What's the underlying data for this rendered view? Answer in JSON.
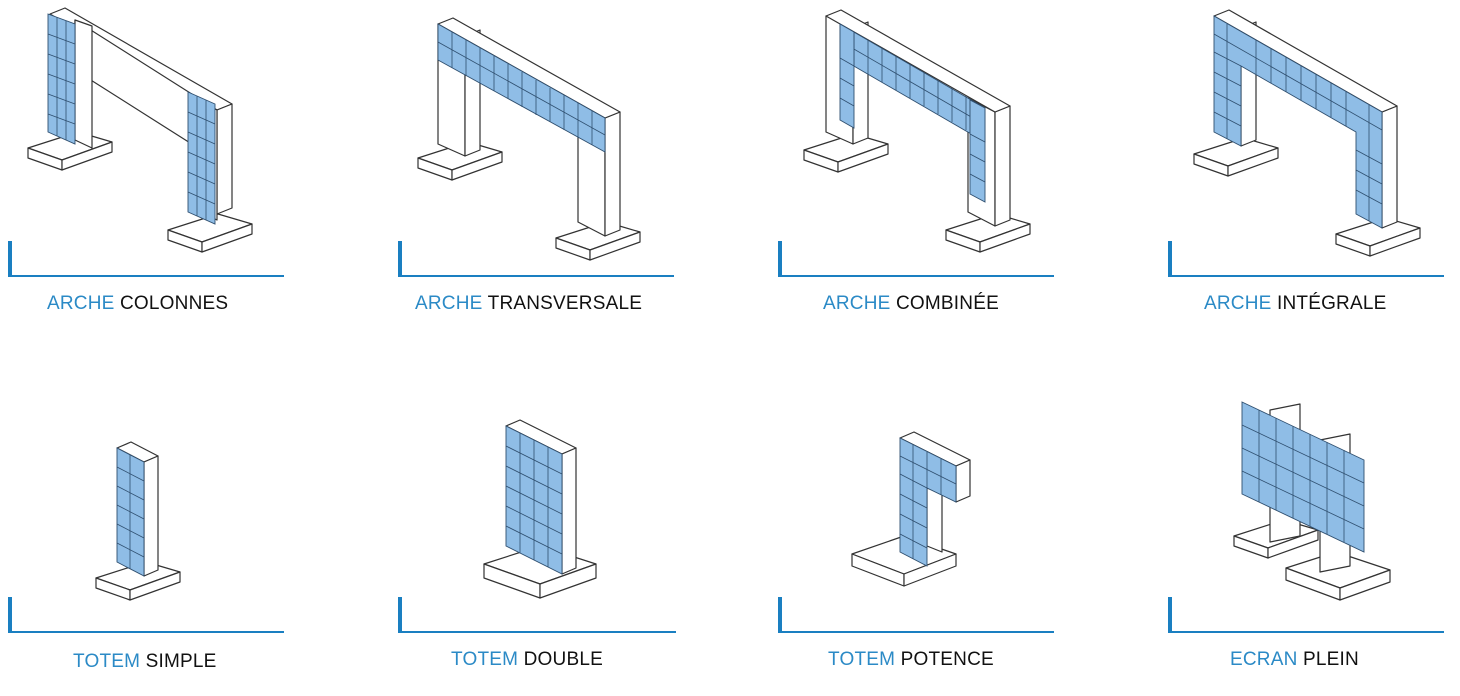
{
  "colors": {
    "accent": "#2b8ac6",
    "panel": "#8fbde6",
    "bracket": "#1a7fc1",
    "text": "#111111"
  },
  "items": [
    {
      "first": "ARCHE",
      "second": "COLONNES"
    },
    {
      "first": "ARCHE",
      "second": "TRANSVERSALE"
    },
    {
      "first": "ARCHE",
      "second": "COMBINÉE"
    },
    {
      "first": "ARCHE",
      "second": "INTÉGRALE"
    },
    {
      "first": "TOTEM",
      "second": "SIMPLE"
    },
    {
      "first": "TOTEM",
      "second": "DOUBLE"
    },
    {
      "first": "TOTEM",
      "second": "POTENCE"
    },
    {
      "first": "ECRAN",
      "second": "PLEIN"
    }
  ]
}
